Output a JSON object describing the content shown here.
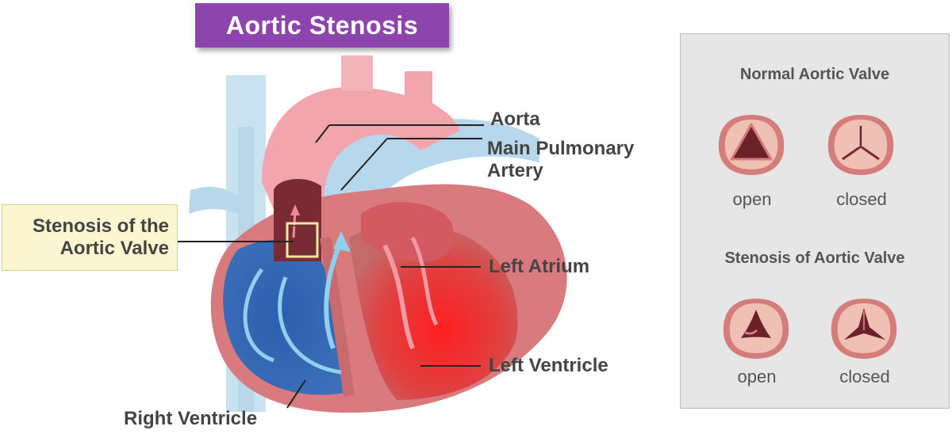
{
  "title": "Aortic Stenosis",
  "labels": {
    "aorta": "Aorta",
    "pulmonary_line1": "Main Pulmonary",
    "pulmonary_line2": "Artery",
    "left_atrium": "Left Atrium",
    "left_ventricle": "Left Ventricle",
    "right_ventricle": "Right Ventricle",
    "stenosis_line1": "Stenosis of the",
    "stenosis_line2": "Aortic Valve"
  },
  "panel": {
    "normal_heading": "Normal Aortic Valve",
    "stenosis_heading": "Stenosis of Aortic Valve",
    "normal_open": "open",
    "normal_closed": "closed",
    "stenosis_open": "open",
    "stenosis_closed": "closed"
  },
  "colors": {
    "banner": "#8e44ad",
    "oxygenated": "#e3404a",
    "deoxygenated": "#2f5fa8",
    "vessel_blue": "#bcdcee",
    "valve_tissue": "#e8a79b"
  }
}
